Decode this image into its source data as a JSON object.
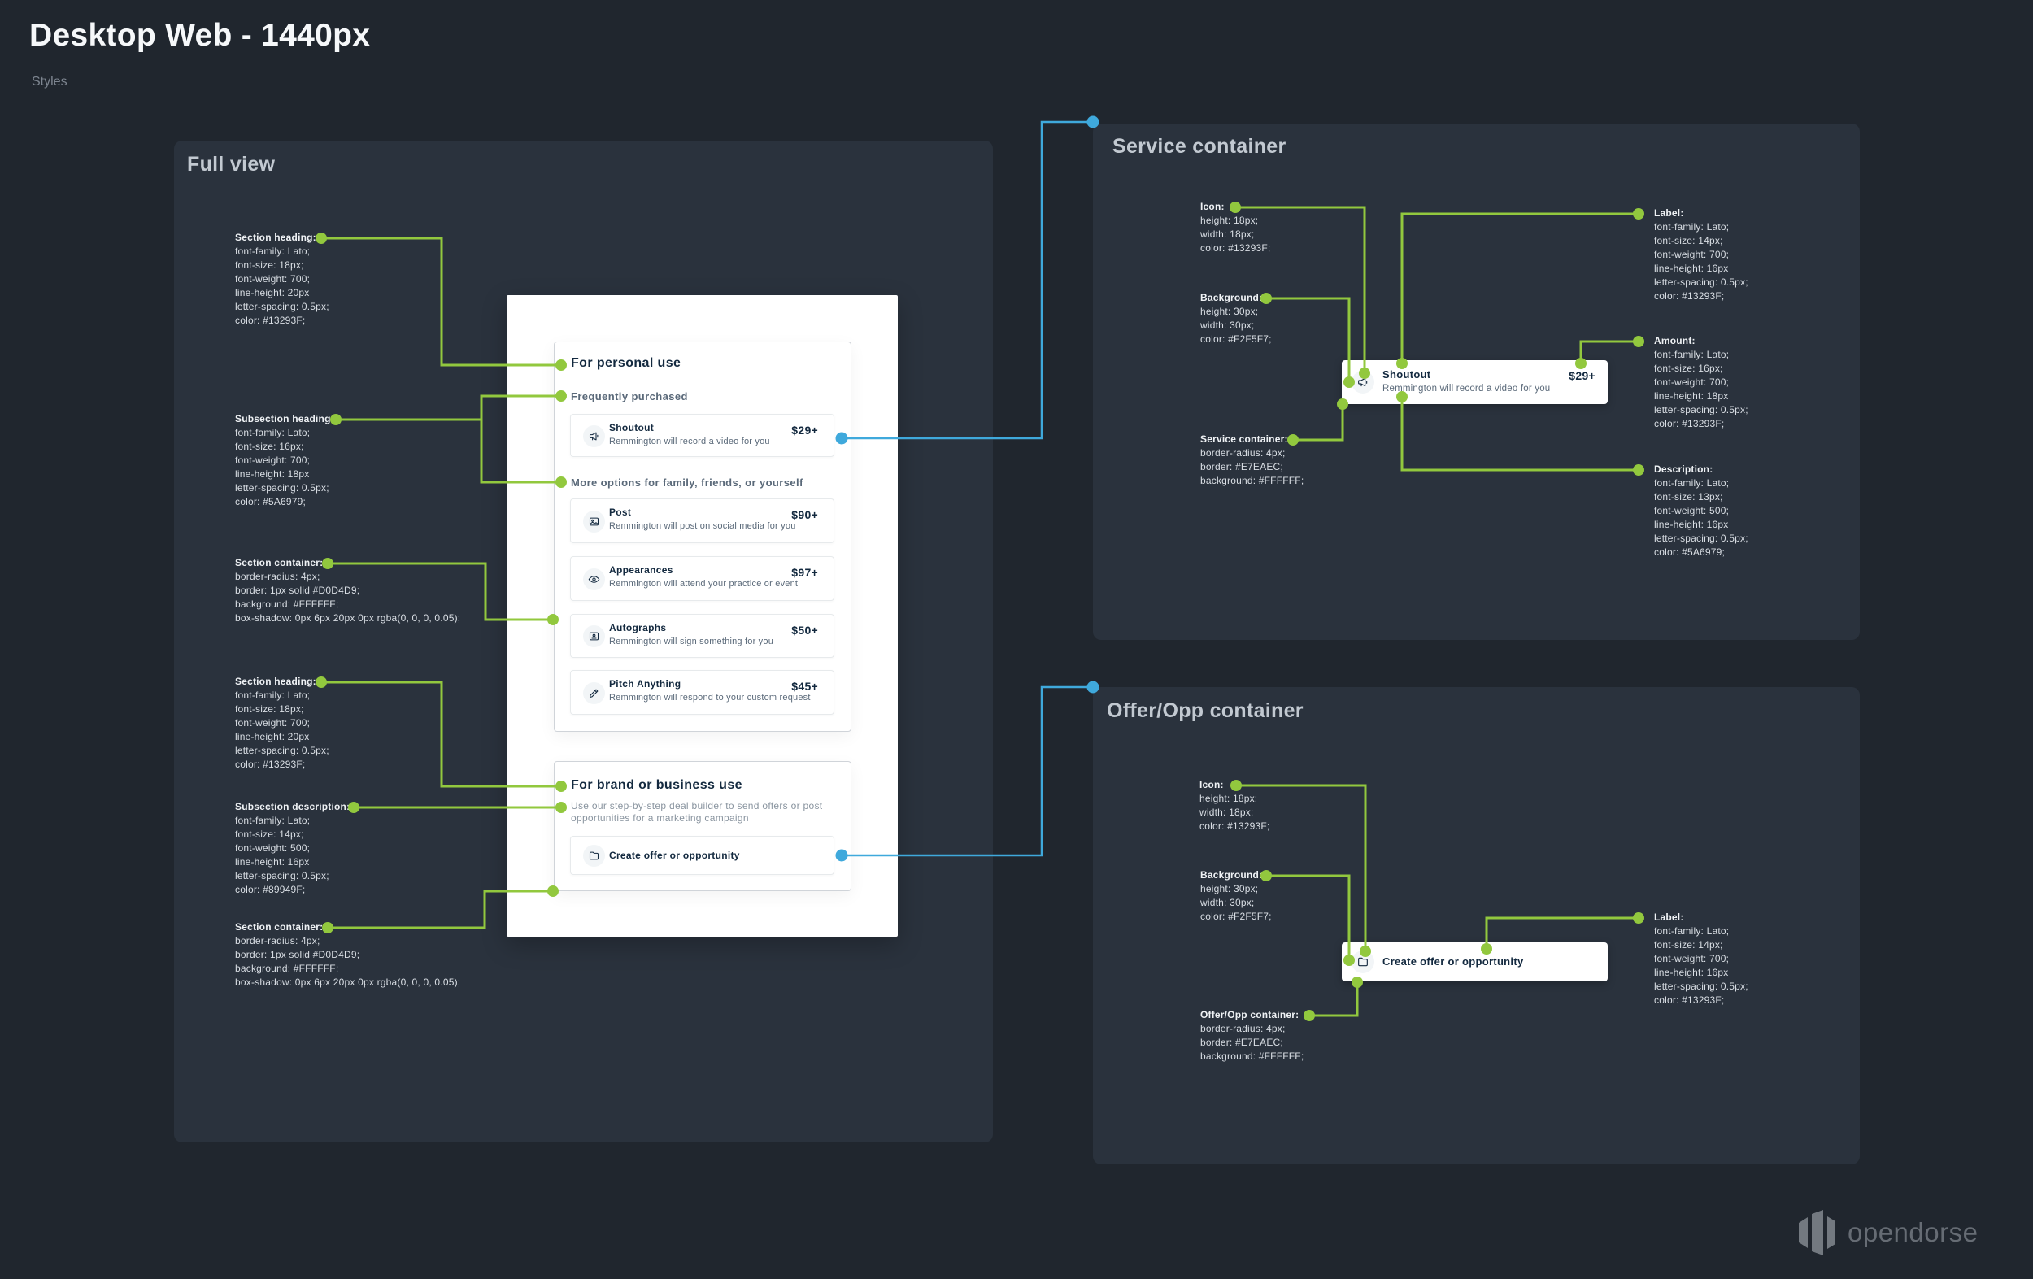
{
  "page": {
    "title": "Desktop Web - 1440px",
    "subtitle": "Styles",
    "logo_text": "opendorse",
    "colors": {
      "background": "#20262E",
      "panel": "#2A323D",
      "accent_green": "#92C83E",
      "accent_blue": "#3FA9DC",
      "navy_text": "#13293F",
      "grey_text": "#5A6979",
      "light_grey_text": "#89949F",
      "section_border": "#D0D4D9",
      "row_border": "#E7EAEC",
      "icon_background": "#F2F5F7",
      "white": "#FFFFFF"
    }
  },
  "full_view": {
    "title": "Full view",
    "annotations": [
      {
        "title": "Section heading:",
        "lines": [
          "font-family: Lato;",
          "font-size: 18px;",
          "font-weight: 700;",
          "line-height: 20px",
          "letter-spacing: 0.5px;",
          "color: #13293F;"
        ]
      },
      {
        "title": "Subsection heading:",
        "lines": [
          "font-family: Lato;",
          "font-size: 16px;",
          "font-weight: 700;",
          "line-height: 18px",
          "letter-spacing: 0.5px;",
          "color: #5A6979;"
        ]
      },
      {
        "title": "Section container:",
        "lines": [
          "border-radius: 4px;",
          "border: 1px solid #D0D4D9;",
          "background: #FFFFFF;",
          "box-shadow: 0px 6px 20px 0px rgba(0, 0, 0, 0.05);"
        ]
      },
      {
        "title": "Section heading:",
        "lines": [
          "font-family: Lato;",
          "font-size: 18px;",
          "font-weight: 700;",
          "line-height: 20px",
          "letter-spacing: 0.5px;",
          "color: #13293F;"
        ]
      },
      {
        "title": "Subsection description:",
        "lines": [
          "font-family: Lato;",
          "font-size: 14px;",
          "font-weight: 500;",
          "line-height: 16px",
          "letter-spacing: 0.5px;",
          "color: #89949F;"
        ]
      },
      {
        "title": "Section container:",
        "lines": [
          "border-radius: 4px;",
          "border: 1px solid #D0D4D9;",
          "background: #FFFFFF;",
          "box-shadow: 0px 6px 20px 0px rgba(0, 0, 0, 0.05);"
        ]
      }
    ],
    "card": {
      "section1_heading": "For personal use",
      "sub1": "Frequently purchased",
      "sub2": "More options for family, friends, or yourself",
      "services": [
        {
          "icon": "megaphone-icon",
          "name": "Shoutout",
          "desc": "Remmington will record a video for you",
          "price": "$29+"
        },
        {
          "icon": "post-image-icon",
          "name": "Post",
          "desc": "Remmington will post on social media for you",
          "price": "$90+"
        },
        {
          "icon": "eye-icon",
          "name": "Appearances",
          "desc": "Remmington will attend your practice or event",
          "price": "$97+"
        },
        {
          "icon": "autograph-icon",
          "name": "Autographs",
          "desc": "Remmington will sign something for you",
          "price": "$50+"
        },
        {
          "icon": "pencil-icon",
          "name": "Pitch Anything",
          "desc": "Remmington will respond to your custom request",
          "price": "$45+"
        }
      ],
      "section2_heading": "For brand or business use",
      "section2_desc": "Use our step-by-step deal builder to send offers or post opportunities for a marketing campaign",
      "cta_label": "Create offer or opportunity"
    }
  },
  "service_panel": {
    "title": "Service container",
    "sample": {
      "name": "Shoutout",
      "desc": "Remmington will record a video for you",
      "price": "$29+"
    },
    "annotations_left": [
      {
        "title": "Icon:",
        "lines": [
          "height: 18px;",
          "width: 18px;",
          "color: #13293F;"
        ]
      },
      {
        "title": "Background:",
        "lines": [
          "height: 30px;",
          "width: 30px;",
          "color: #F2F5F7;"
        ]
      },
      {
        "title": "Service container:",
        "lines": [
          "border-radius: 4px;",
          "border: #E7EAEC;",
          "background: #FFFFFF;"
        ]
      }
    ],
    "annotations_right": [
      {
        "title": "Label:",
        "lines": [
          "font-family: Lato;",
          "font-size: 14px;",
          "font-weight: 700;",
          "line-height: 16px",
          "letter-spacing: 0.5px;",
          "color: #13293F;"
        ]
      },
      {
        "title": "Amount:",
        "lines": [
          "font-family: Lato;",
          "font-size: 16px;",
          "font-weight: 700;",
          "line-height: 18px",
          "letter-spacing: 0.5px;",
          "color: #13293F;"
        ]
      },
      {
        "title": "Description:",
        "lines": [
          "font-family: Lato;",
          "font-size: 13px;",
          "font-weight: 500;",
          "line-height: 16px",
          "letter-spacing: 0.5px;",
          "color: #5A6979;"
        ]
      }
    ]
  },
  "offer_panel": {
    "title": "Offer/Opp container",
    "sample": {
      "label": "Create offer or opportunity"
    },
    "annotations_left": [
      {
        "title": "Icon:",
        "lines": [
          "height: 18px;",
          "width: 18px;",
          "color: #13293F;"
        ]
      },
      {
        "title": "Background:",
        "lines": [
          "height: 30px;",
          "width: 30px;",
          "color: #F2F5F7;"
        ]
      },
      {
        "title": "Offer/Opp container:",
        "lines": [
          "border-radius: 4px;",
          "border: #E7EAEC;",
          "background: #FFFFFF;"
        ]
      }
    ],
    "annotations_right": [
      {
        "title": "Label:",
        "lines": [
          "font-family: Lato;",
          "font-size: 14px;",
          "font-weight: 700;",
          "line-height: 16px",
          "letter-spacing: 0.5px;",
          "color: #13293F;"
        ]
      }
    ]
  }
}
